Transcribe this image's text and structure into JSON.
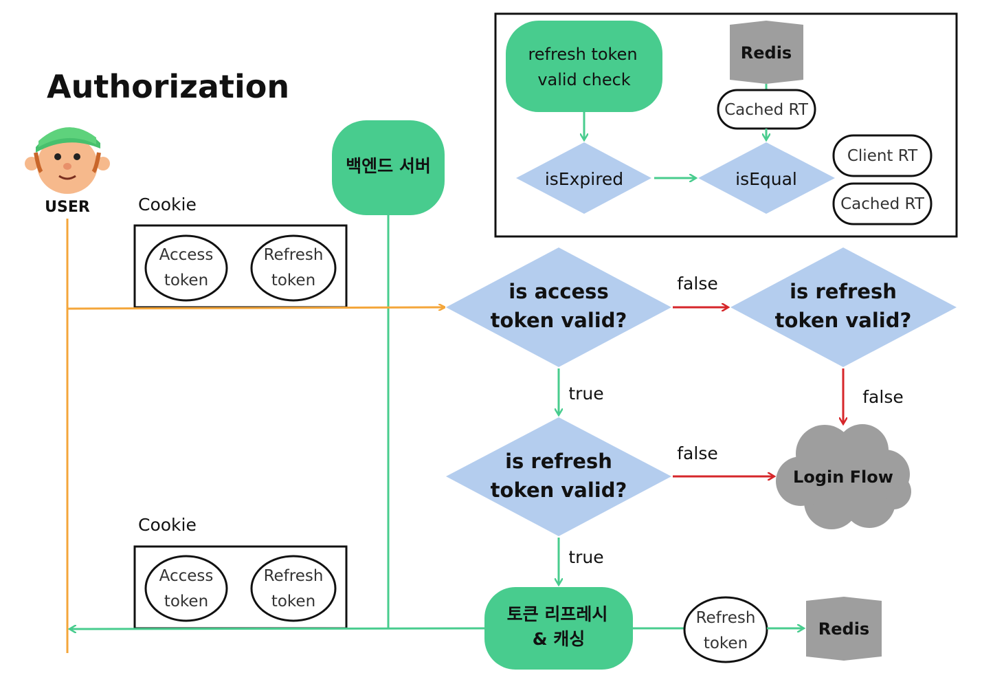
{
  "title": "Authorization",
  "user": {
    "label": "USER"
  },
  "cookie_top": {
    "label": "Cookie",
    "access": [
      "Access",
      "token"
    ],
    "refresh": [
      "Refresh",
      "token"
    ]
  },
  "cookie_bottom": {
    "label": "Cookie",
    "access": [
      "Access",
      "token"
    ],
    "refresh": [
      "Refresh",
      "token"
    ]
  },
  "backend": {
    "label": "백엔드 서버"
  },
  "inset": {
    "check": [
      "refresh token",
      "valid check"
    ],
    "redis": "Redis",
    "cached_rt": "Cached RT",
    "is_expired": "isExpired",
    "is_equal": "isEqual",
    "client_rt": "Client RT",
    "cached_rt_2": "Cached RT"
  },
  "decision_access": [
    "is access",
    "token valid?"
  ],
  "decision_refresh_right": [
    "is refresh",
    "token valid?"
  ],
  "decision_refresh_mid": [
    "is refresh",
    "token valid?"
  ],
  "login_flow": "Login Flow",
  "refresh_cache": [
    "토큰 리프레시",
    "& 캐싱"
  ],
  "refresh_token_bottom": [
    "Refresh",
    "token"
  ],
  "redis_bottom": "Redis",
  "edges": {
    "false_1": "false",
    "false_2": "false",
    "false_3": "false",
    "true_1": "true",
    "true_2": "true"
  },
  "colors": {
    "green": "#48cc8e",
    "blue_diamond": "#b4cdee",
    "gray": "#9e9e9e",
    "orange": "#f4a63a",
    "red": "#d6262a"
  }
}
